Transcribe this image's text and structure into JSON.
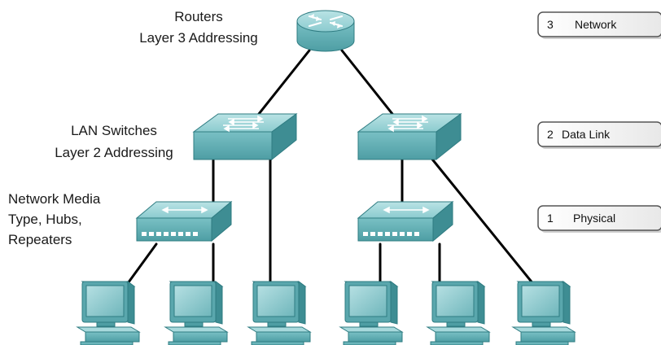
{
  "labels": {
    "routers": [
      "Routers",
      "Layer 3 Addressing"
    ],
    "switches": [
      "LAN Switches",
      "Layer 2 Addressing"
    ],
    "media": [
      "Network Media",
      "Type, Hubs,",
      "Repeaters"
    ]
  },
  "layers": [
    {
      "num": "3",
      "name": "Network"
    },
    {
      "num": "2",
      "name": "Data Link"
    },
    {
      "num": "1",
      "name": "Physical"
    }
  ],
  "colors": {
    "device_top": "#9fd3d6",
    "device_side": "#3e8d93",
    "device_front": "#6ab5ba",
    "screen": "#86c6cb",
    "layer_box_fill": "#f7f7f7",
    "layer_box_edge": "#555555"
  },
  "icons": {
    "router": "router-icon",
    "switch": "switch-icon",
    "hub": "hub-icon",
    "pc": "computer-icon"
  }
}
